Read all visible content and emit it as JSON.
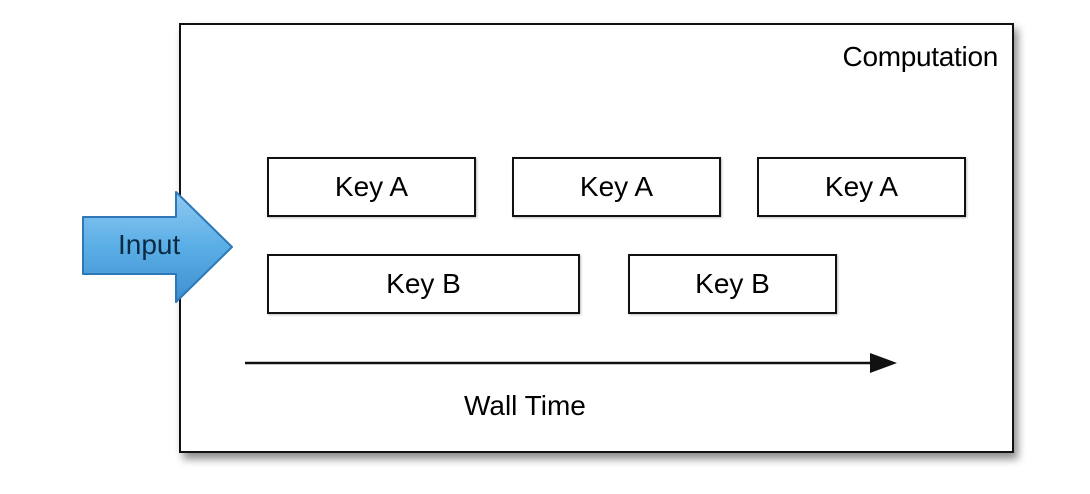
{
  "diagram": {
    "computation_label": "Computation",
    "input_label": "Input",
    "wall_time_label": "Wall Time",
    "row_a": [
      "Key A",
      "Key A",
      "Key A"
    ],
    "row_b": [
      "Key B",
      "Key B"
    ],
    "colors": {
      "input_arrow_fill": "#5aaee6",
      "input_arrow_stroke": "#2f78b8",
      "outline": "#111111"
    }
  }
}
